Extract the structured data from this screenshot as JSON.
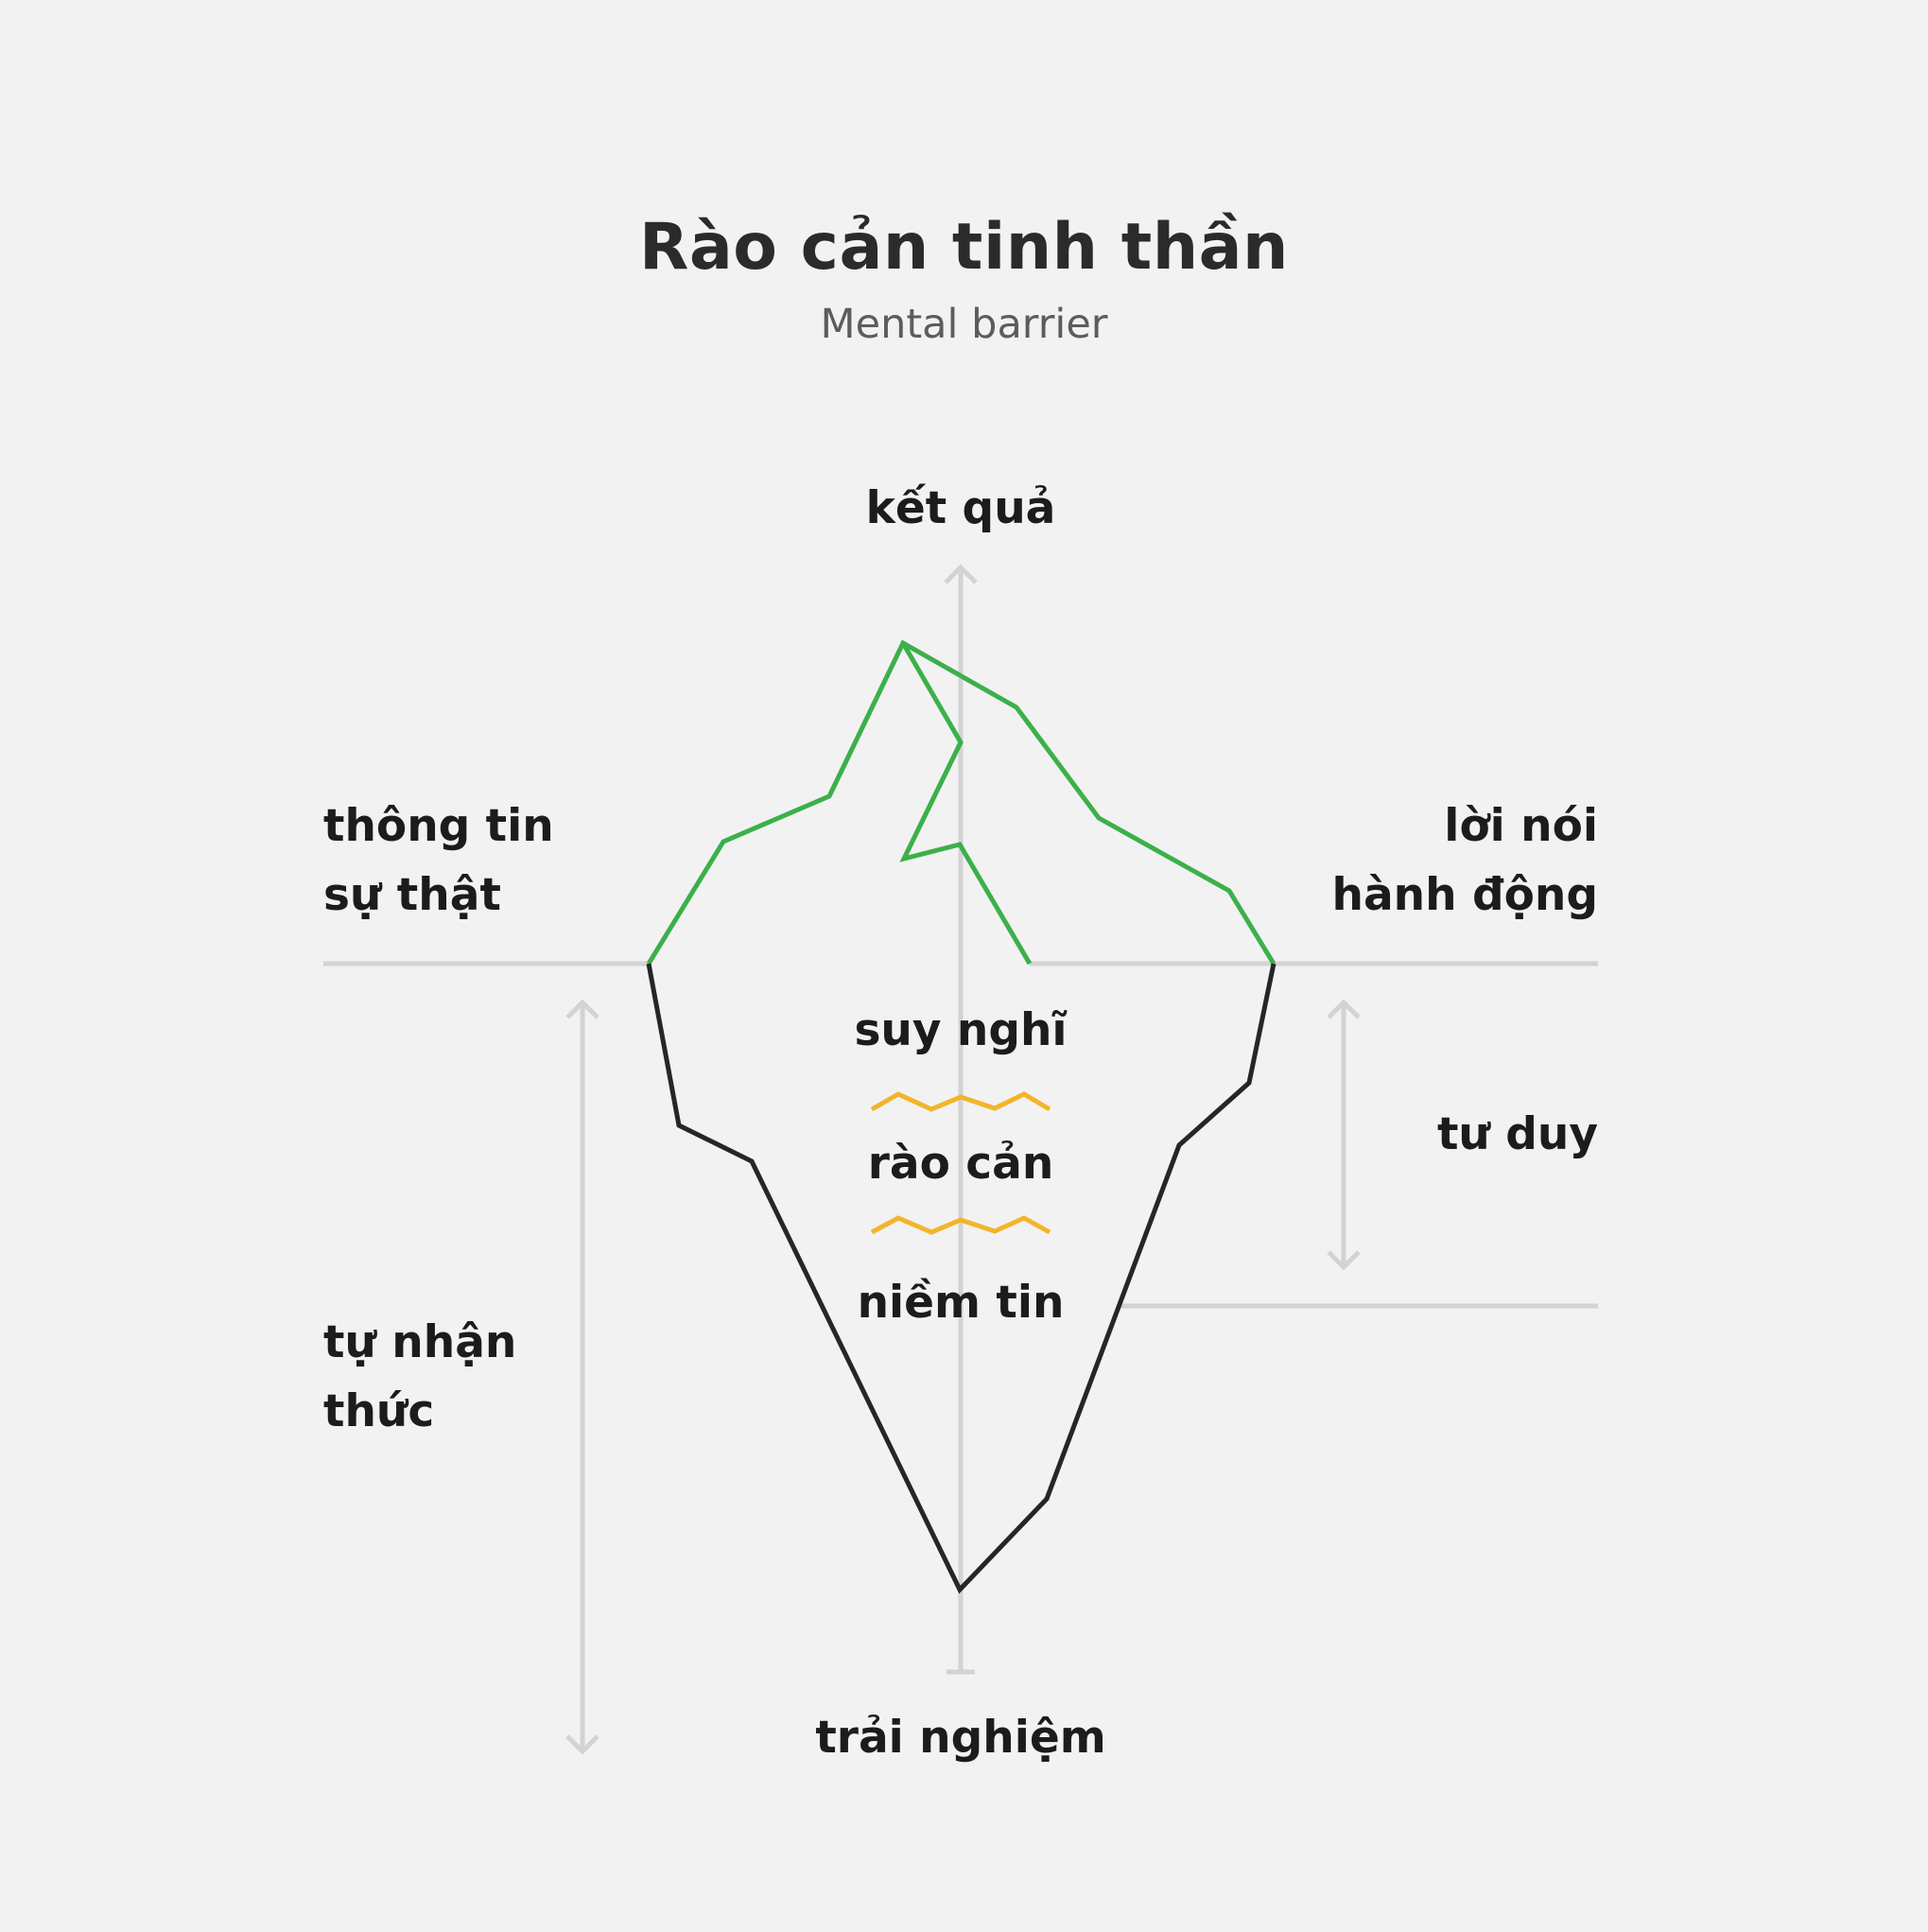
{
  "header": {
    "title": "Rào cản tinh thần",
    "subtitle": "Mental barrier"
  },
  "labels": {
    "top": "kết quả",
    "left_top_line1": "thông tin",
    "left_top_line2": "sự thật",
    "right_top_line1": "lời nói",
    "right_top_line2": "hành động",
    "center_1": "suy nghĩ",
    "center_2": "rào cản",
    "center_3": "niềm tin",
    "right_mid": "tư duy",
    "left_bottom_line1": "tự nhận",
    "left_bottom_line2": "thức",
    "bottom": "trải nghiệm"
  },
  "colors": {
    "background": "#f2f2f2",
    "iceberg_above": "#3cb04a",
    "iceberg_below": "#262626",
    "barrier_wave": "#f2b52a",
    "guide_lines": "#d3d3d3",
    "text": "#1c1c1c",
    "subtitle": "#5c5c5c"
  }
}
